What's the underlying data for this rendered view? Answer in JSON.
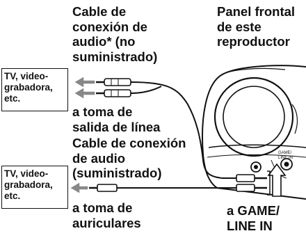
{
  "labels": {
    "cable_audio_top": "Cable de\nconexión de\naudio* (no\nsuministrado)",
    "panel_frontal": "Panel frontal\nde este\nreproductor",
    "toma_salida": "a toma de\nsalida de línea",
    "cable_audio_bottom": "Cable de conexión\nde audio\n(suministrado)",
    "toma_auriculares": "a toma de\nauriculares",
    "game_line_in": "a GAME/\nLINE IN",
    "jack_label": "GAME/\nLINE IN"
  },
  "boxes": {
    "tv_top": "TV, video-\ngrabadora,\netc.",
    "tv_bottom": "TV, video-\ngrabadora,\netc."
  }
}
